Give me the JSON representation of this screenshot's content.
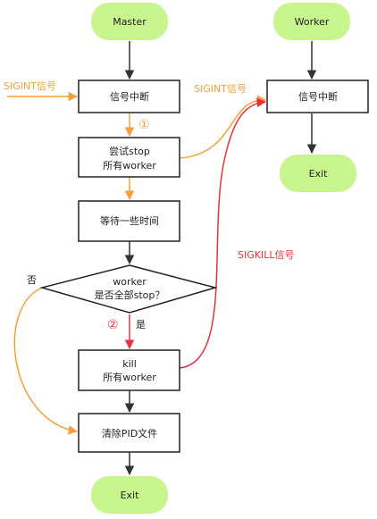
{
  "colors": {
    "terminal_fill": "#c9f58f",
    "box_stroke": "#222222",
    "orange": "#f5a03c",
    "red": "#e8323b",
    "dark": "#333333"
  },
  "nodes": {
    "master": "Master",
    "worker": "Worker",
    "master_interrupt": "信号中断",
    "try_stop_line1": "尝试stop",
    "try_stop_line2": "所有worker",
    "wait": "等待一些时间",
    "decision_line1": "worker",
    "decision_line2": "是否全部stop？",
    "kill_line1": "kill",
    "kill_line2": "所有worker",
    "cleanup": "清除PID文件",
    "exit_master": "Exit",
    "worker_interrupt": "信号中断",
    "exit_worker": "Exit"
  },
  "labels": {
    "sigint_in": "SIGINT信号",
    "sigint_worker": "SIGINT信号",
    "sigkill": "SIGKILL信号",
    "step1": "①",
    "step2": "②",
    "no": "否",
    "yes": "是"
  }
}
